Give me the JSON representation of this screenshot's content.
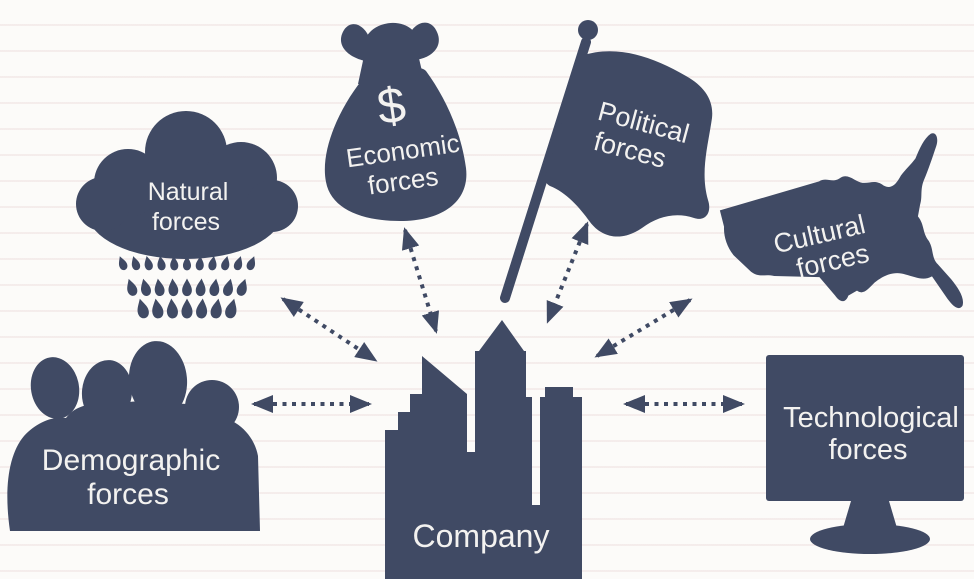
{
  "colors": {
    "ink": "#404a64",
    "label_text": "#f3f2f0",
    "background": "#fcfbf9"
  },
  "center": {
    "id": "company",
    "label": "Company",
    "icon": "city-buildings-icon"
  },
  "forces": [
    {
      "id": "natural",
      "line1": "Natural",
      "line2": "forces",
      "icon": "rain-cloud-icon"
    },
    {
      "id": "economic",
      "symbol": "$",
      "line1": "Economic",
      "line2": "forces",
      "icon": "money-bag-icon"
    },
    {
      "id": "political",
      "line1": "Political",
      "line2": "forces",
      "icon": "flag-icon"
    },
    {
      "id": "cultural",
      "line1": "Cultural",
      "line2": "forces",
      "icon": "usa-map-icon"
    },
    {
      "id": "demographic",
      "line1": "Demographic",
      "line2": "forces",
      "icon": "people-group-icon"
    },
    {
      "id": "technological",
      "line1": "Technological",
      "line2": "forces",
      "icon": "computer-monitor-icon"
    }
  ],
  "connections": [
    {
      "from": "natural",
      "to": "company",
      "style": "dashed",
      "bidirectional": true
    },
    {
      "from": "economic",
      "to": "company",
      "style": "dashed",
      "bidirectional": true
    },
    {
      "from": "political",
      "to": "company",
      "style": "dashed",
      "bidirectional": true
    },
    {
      "from": "cultural",
      "to": "company",
      "style": "dashed",
      "bidirectional": true
    },
    {
      "from": "demographic",
      "to": "company",
      "style": "dashed",
      "bidirectional": true
    },
    {
      "from": "technological",
      "to": "company",
      "style": "dashed",
      "bidirectional": true
    }
  ]
}
